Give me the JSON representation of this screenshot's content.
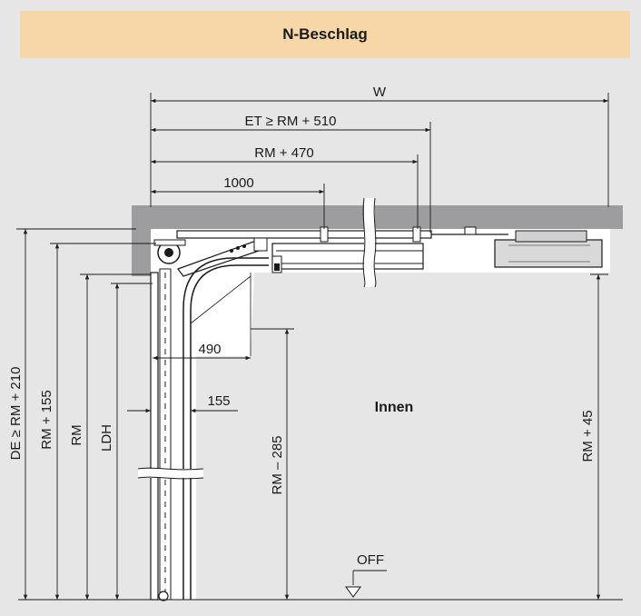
{
  "header": {
    "title": "N-Beschlag"
  },
  "dimensions": {
    "w": "W",
    "et": "ET ≥ RM + 510",
    "rm470": "RM + 470",
    "d1000": "1000",
    "d490": "490",
    "d155": "155",
    "de": "DE ≥ RM + 210",
    "rm155": "RM + 155",
    "rm": "RM",
    "ldh": "LDH",
    "rm285": "RM – 285",
    "rm45": "RM + 45"
  },
  "labels": {
    "inside": "Innen",
    "floor": "OFF"
  }
}
